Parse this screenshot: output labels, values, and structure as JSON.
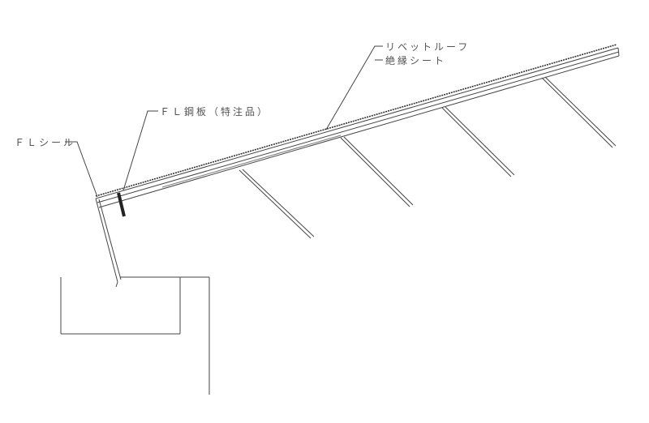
{
  "labels": {
    "fl_seal": "ＦＬシール",
    "fl_steel_plate": "ＦＬ鋼板（特注品）",
    "rivet_roof": "リベットルーフ",
    "insulation_sheet": "絶縁シート"
  }
}
